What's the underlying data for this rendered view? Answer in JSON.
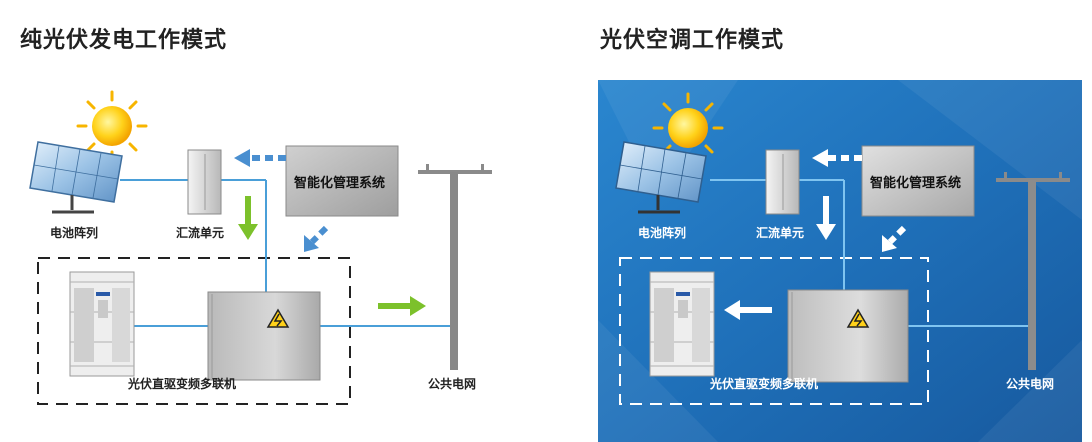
{
  "panels": [
    {
      "title": "纯光伏发电工作模式",
      "labels": {
        "solar_array": "电池阵列",
        "combiner_unit": "汇流单元",
        "management_system": "智能化管理系统",
        "pv_multi_unit": "光伏直驱变频多联机",
        "public_grid": "公共电网"
      }
    },
    {
      "title": "光伏空调工作模式",
      "labels": {
        "solar_array": "电池阵列",
        "combiner_unit": "汇流单元",
        "management_system": "智能化管理系统",
        "pv_multi_unit": "光伏直驱变频多联机",
        "public_grid": "公共电网"
      }
    }
  ],
  "colors": {
    "right_panel_background": "#1e6fb8",
    "connection_line": "#4a9fd8",
    "left_flow_arrow": "#7cc12b",
    "left_control_arrow": "#4a8fd0",
    "right_arrow": "#ffffff"
  },
  "icons": [
    "sun-icon",
    "solar-panel-icon",
    "cabinet-icon",
    "management-box-icon",
    "ac-unit-icon",
    "inverter-box-icon",
    "high-voltage-icon",
    "utility-pole-icon"
  ]
}
